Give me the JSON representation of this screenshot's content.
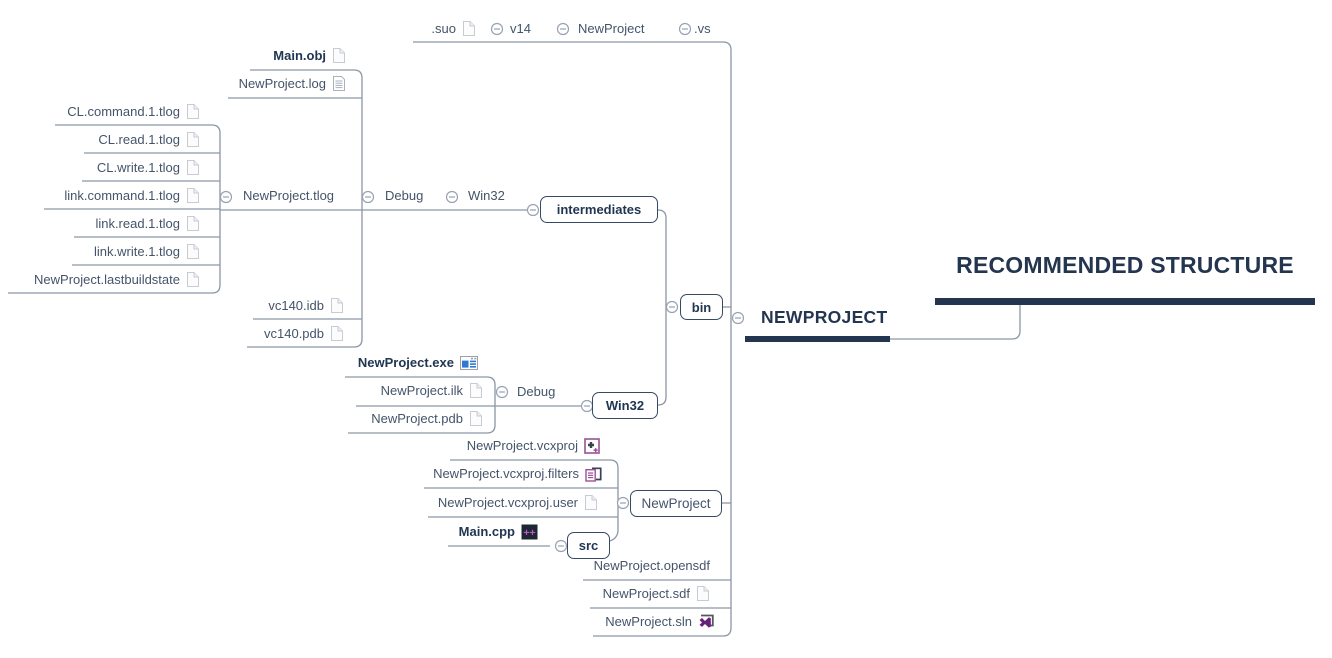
{
  "title": "RECOMMENDED STRUCTURE",
  "root": "NEWPROJECT",
  "map": {
    "vs_branch": {
      "suo": ".suo",
      "v14": "v14",
      "newproject": "NewProject",
      "vs": ".vs"
    },
    "intermediates_branch": {
      "main_obj": "Main.obj",
      "newproject_log": "NewProject.log",
      "tlog_files": {
        "cl_command": "CL.command.1.tlog",
        "cl_read": "CL.read.1.tlog",
        "cl_write": "CL.write.1.tlog",
        "link_command": "link.command.1.tlog",
        "link_read": "link.read.1.tlog",
        "link_write": "link.write.1.tlog",
        "lastbuildstate": "NewProject.lastbuildstate"
      },
      "newproject_tlog": "NewProject.tlog",
      "debug": "Debug",
      "win32": "Win32",
      "vc140_idb": "vc140.idb",
      "vc140_pdb": "vc140.pdb",
      "intermediates": "intermediates"
    },
    "output_branch": {
      "newproject_exe": "NewProject.exe",
      "newproject_ilk": "NewProject.ilk",
      "newproject_pdb": "NewProject.pdb",
      "debug": "Debug",
      "win32": "Win32"
    },
    "bin": "bin",
    "project_branch": {
      "vcxproj": "NewProject.vcxproj",
      "filters": "NewProject.vcxproj.filters",
      "user": "NewProject.vcxproj.user",
      "main_cpp": "Main.cpp",
      "src": "src",
      "newproject": "NewProject"
    },
    "solution_files": {
      "opensdf": "NewProject.opensdf",
      "sdf": "NewProject.sdf",
      "sln": "NewProject.sln"
    }
  },
  "hierarchy": {
    "label": "NEWPROJECT",
    "children": [
      {
        "label": ".vs",
        "children": [
          {
            "label": "NewProject",
            "children": [
              {
                "label": "v14",
                "children": [
                  {
                    "label": ".suo"
                  }
                ]
              }
            ]
          }
        ]
      },
      {
        "label": "bin",
        "children": [
          {
            "label": "intermediates",
            "children": [
              {
                "label": "Win32",
                "children": [
                  {
                    "label": "Debug",
                    "children": [
                      {
                        "label": "Main.obj"
                      },
                      {
                        "label": "NewProject.log"
                      },
                      {
                        "label": "NewProject.tlog",
                        "children": [
                          {
                            "label": "CL.command.1.tlog"
                          },
                          {
                            "label": "CL.read.1.tlog"
                          },
                          {
                            "label": "CL.write.1.tlog"
                          },
                          {
                            "label": "link.command.1.tlog"
                          },
                          {
                            "label": "link.read.1.tlog"
                          },
                          {
                            "label": "link.write.1.tlog"
                          },
                          {
                            "label": "NewProject.lastbuildstate"
                          }
                        ]
                      },
                      {
                        "label": "vc140.idb"
                      },
                      {
                        "label": "vc140.pdb"
                      }
                    ]
                  }
                ]
              }
            ]
          },
          {
            "label": "Win32",
            "children": [
              {
                "label": "Debug",
                "children": [
                  {
                    "label": "NewProject.exe"
                  },
                  {
                    "label": "NewProject.ilk"
                  },
                  {
                    "label": "NewProject.pdb"
                  }
                ]
              }
            ]
          }
        ]
      },
      {
        "label": "NewProject",
        "children": [
          {
            "label": "NewProject.vcxproj"
          },
          {
            "label": "NewProject.vcxproj.filters"
          },
          {
            "label": "NewProject.vcxproj.user"
          },
          {
            "label": "src",
            "children": [
              {
                "label": "Main.cpp"
              }
            ]
          }
        ]
      },
      {
        "label": "NewProject.opensdf"
      },
      {
        "label": "NewProject.sdf"
      },
      {
        "label": "NewProject.sln"
      }
    ]
  },
  "icons": {
    "suo": "file-icon",
    "main_obj": "file-icon",
    "newproject_log": "log-file-icon",
    "cl_command": "file-icon",
    "cl_read": "file-icon",
    "cl_write": "file-icon",
    "link_command": "file-icon",
    "link_read": "file-icon",
    "link_write": "file-icon",
    "lastbuildstate": "file-icon",
    "vc140_idb": "file-icon",
    "vc140_pdb": "file-icon",
    "newproject_exe": "application-icon",
    "newproject_ilk": "file-icon",
    "newproject_pdb": "file-icon",
    "vcxproj": "vcxproj-icon",
    "filters": "filters-icon",
    "user": "file-icon",
    "main_cpp": "cpp-file-icon",
    "sdf": "file-icon",
    "sln": "sln-icon",
    "toggle": "collapse-minus-icon"
  },
  "colors": {
    "text": "#44546A",
    "emphasis": "#1F3552",
    "line": "#8B96A6",
    "box_border": "#384A63",
    "accent_bar": "#24364F",
    "icon_purple": "#9B4F96",
    "icon_blue": "#2E7AD1",
    "vs_purple": "#68217A",
    "icon_gray": "#C6CBD4"
  }
}
